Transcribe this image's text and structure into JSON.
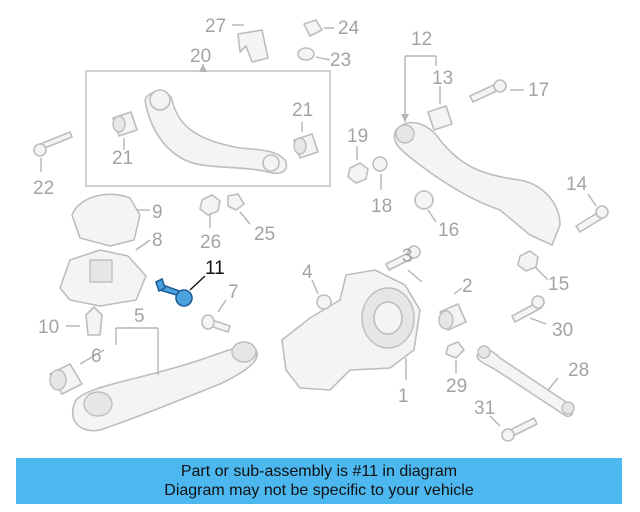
{
  "labels": {
    "l1": "1",
    "l2": "2",
    "l3": "3",
    "l4": "4",
    "l5": "5",
    "l6": "6",
    "l7": "7",
    "l8": "8",
    "l9": "9",
    "l10": "10",
    "l11": "11",
    "l12": "12",
    "l13": "13",
    "l14": "14",
    "l15": "15",
    "l16": "16",
    "l17": "17",
    "l18": "18",
    "l19": "19",
    "l20": "20",
    "l21a": "21",
    "l21b": "21",
    "l22": "22",
    "l23": "23",
    "l24": "24",
    "l25": "25",
    "l26": "26",
    "l27": "27",
    "l28": "28",
    "l29": "29",
    "l30": "30",
    "l31": "31"
  },
  "highlighted_part": "11",
  "colors": {
    "highlight": "#4aa3df",
    "banner": "#4db8f0",
    "label": "#a3a3a3",
    "label_highlight": "#111111"
  },
  "banner": {
    "line1": "Part or sub-assembly is #11 in diagram",
    "line2": "Diagram may not be specific to your vehicle"
  }
}
